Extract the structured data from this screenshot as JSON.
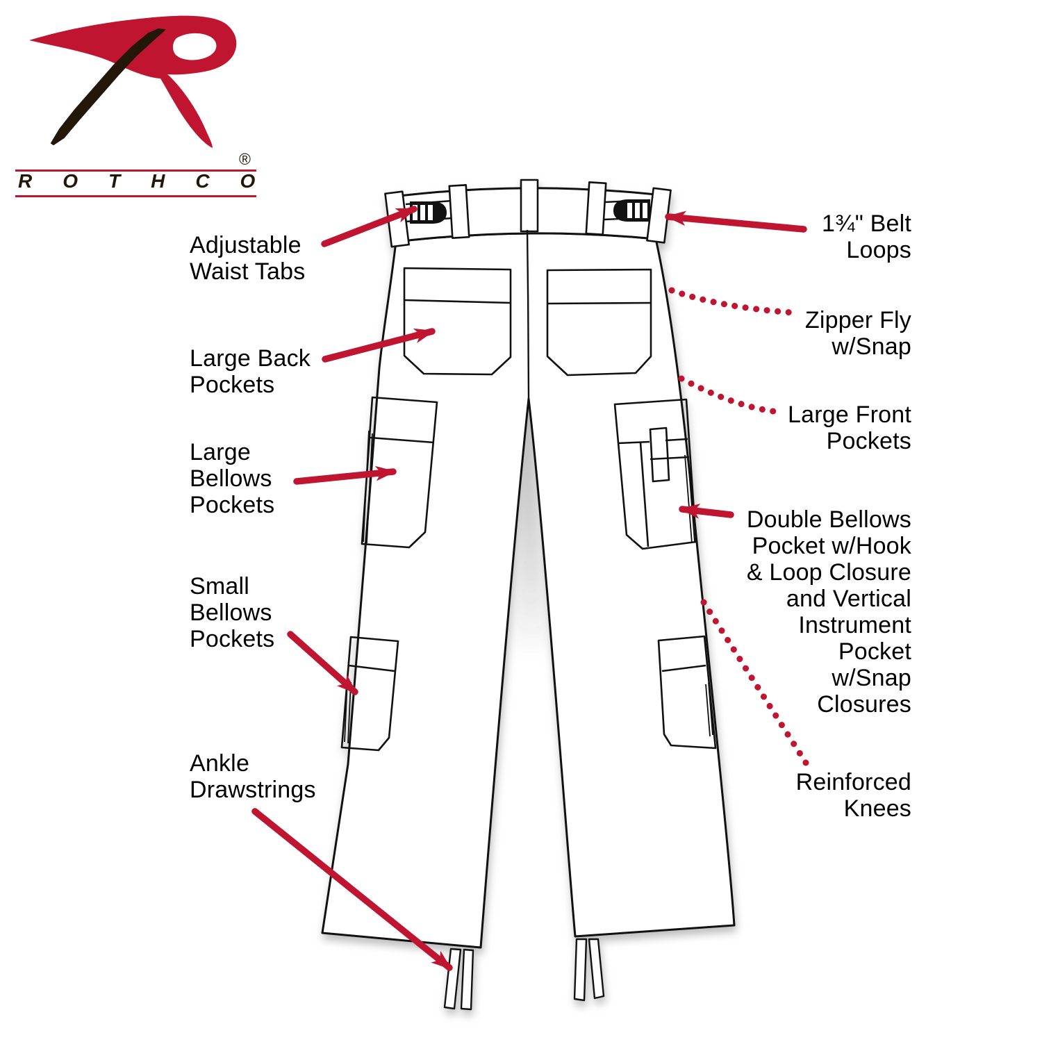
{
  "brand": {
    "name": "ROTHCO",
    "registered_mark": "®"
  },
  "colors": {
    "accent_red": "#C01531",
    "logo_ink": "#231708",
    "line_ink": "#111111"
  },
  "diagram": {
    "subject": "cargo-pants-back-view-feature-diagram"
  },
  "callouts": {
    "left": [
      {
        "id": "adjustable-waist-tabs",
        "label": "Adjustable\nWaist Tabs",
        "connector": "arrow"
      },
      {
        "id": "large-back-pockets",
        "label": "Large Back\nPockets",
        "connector": "arrow"
      },
      {
        "id": "large-bellows-pockets",
        "label": "Large\nBellows\nPockets",
        "connector": "arrow"
      },
      {
        "id": "small-bellows-pockets",
        "label": "Small\nBellows\nPockets",
        "connector": "arrow"
      },
      {
        "id": "ankle-drawstrings",
        "label": "Ankle\nDrawstrings",
        "connector": "arrow"
      }
    ],
    "right": [
      {
        "id": "belt-loops",
        "label": "1¾\" Belt\nLoops",
        "connector": "arrow"
      },
      {
        "id": "zipper-fly",
        "label": "Zipper Fly\nw/Snap",
        "connector": "dotted"
      },
      {
        "id": "large-front-pockets",
        "label": "Large Front\nPockets",
        "connector": "dotted"
      },
      {
        "id": "double-bellows-pocket",
        "label": "Double Bellows\nPocket w/Hook\n& Loop Closure\nand Vertical\nInstrument\nPocket\nw/Snap\nClosures",
        "connector": "arrow"
      },
      {
        "id": "reinforced-knees",
        "label": "Reinforced\nKnees",
        "connector": "dotted"
      }
    ]
  }
}
